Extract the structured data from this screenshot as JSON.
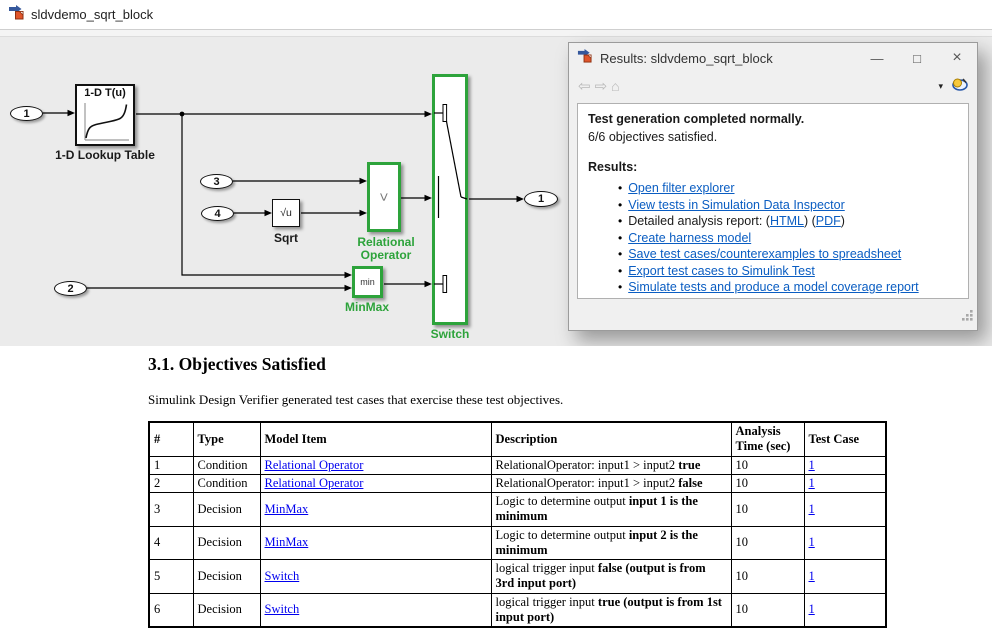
{
  "colors": {
    "highlight_green": "#2da33b",
    "dialog_link": "#0a5dc2",
    "report_link": "#0000ee"
  },
  "window": {
    "tab_title": "sldvdemo_sqrt_block"
  },
  "diagram": {
    "ports": {
      "in1": "1",
      "in2": "2",
      "in3": "3",
      "in4": "4",
      "out1": "1"
    },
    "blocks": {
      "lookup": {
        "title": "1-D T(u)",
        "label": "1-D Lookup Table"
      },
      "sqrt": {
        "symbol": "√u",
        "label": "Sqrt"
      },
      "relop": {
        "symbol": ">",
        "label": "Relational Operator"
      },
      "minmax": {
        "symbol": "min",
        "label": "MinMax"
      },
      "switch": {
        "label": "Switch"
      }
    }
  },
  "dialog": {
    "title": "Results: sldvdemo_sqrt_block",
    "status_line1": "Test generation completed normally.",
    "status_line2": "6/6 objectives satisfied.",
    "results_label": "Results:",
    "links": [
      "Open filter explorer",
      "View tests in Simulation Data Inspector",
      "Create harness model",
      "Save test cases/counterexamples to spreadsheet",
      "Export test cases to Simulink Test",
      "Simulate tests and produce a model coverage report"
    ],
    "report_item": {
      "pre": "Detailed analysis report: (",
      "html": "HTML",
      "mid": ") (",
      "pdf": "PDF",
      "post": ")"
    }
  },
  "report": {
    "heading": "3.1. Objectives Satisfied",
    "intro": "Simulink Design Verifier generated test cases that exercise these test objectives.",
    "table": {
      "headers": [
        "#",
        "Type",
        "Model Item",
        "Description",
        "Analysis Time (sec)",
        "Test Case"
      ],
      "rows": [
        {
          "num": "1",
          "type": "Condition",
          "item": "Relational Operator",
          "desc_pre": "RelationalOperator: input1 > input2 ",
          "desc_bold": "true",
          "time": "10",
          "tc": "1"
        },
        {
          "num": "2",
          "type": "Condition",
          "item": "Relational Operator",
          "desc_pre": "RelationalOperator: input1 > input2 ",
          "desc_bold": "false",
          "time": "10",
          "tc": "1"
        },
        {
          "num": "3",
          "type": "Decision",
          "item": "MinMax",
          "desc_pre": "Logic to determine output ",
          "desc_bold": "input 1 is the minimum",
          "time": "10",
          "tc": "1"
        },
        {
          "num": "4",
          "type": "Decision",
          "item": "MinMax",
          "desc_pre": "Logic to determine output ",
          "desc_bold": "input 2 is the minimum",
          "time": "10",
          "tc": "1"
        },
        {
          "num": "5",
          "type": "Decision",
          "item": "Switch",
          "desc_pre": "logical trigger input ",
          "desc_bold": "false (output is from 3rd input port)",
          "time": "10",
          "tc": "1"
        },
        {
          "num": "6",
          "type": "Decision",
          "item": "Switch",
          "desc_pre": "logical trigger input ",
          "desc_bold": "true (output is from 1st input port)",
          "time": "10",
          "tc": "1"
        }
      ]
    }
  }
}
